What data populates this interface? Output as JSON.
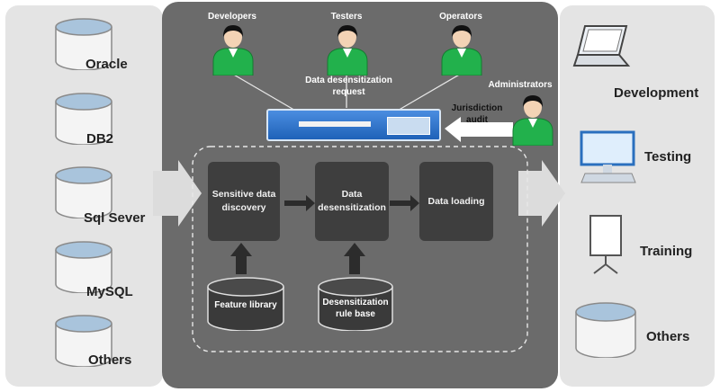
{
  "databases": [
    "Oracle",
    "DB2",
    "Sql Sever",
    "MySQL",
    "Others"
  ],
  "roles": {
    "developers": "Developers",
    "testers": "Testers",
    "operators": "Operators",
    "administrators": "Administrators"
  },
  "request_label": "Data desensitization request",
  "audit_label": "Jurisdiction audit",
  "processes": {
    "discovery": "Sensitive data discovery",
    "desensitization": "Data desensitization",
    "loading": "Data loading"
  },
  "bases": {
    "feature_library": "Feature library",
    "rule_base": "Desensitization rule base"
  },
  "targets": [
    "Development",
    "Testing",
    "Training",
    "Others"
  ],
  "colors": {
    "person_green": "#22b14c",
    "db_blue": "#a9c4dc",
    "bar_blue": "#1f6fc6",
    "center_panel": "#6b6b6b",
    "side_panel": "#e4e4e4"
  }
}
